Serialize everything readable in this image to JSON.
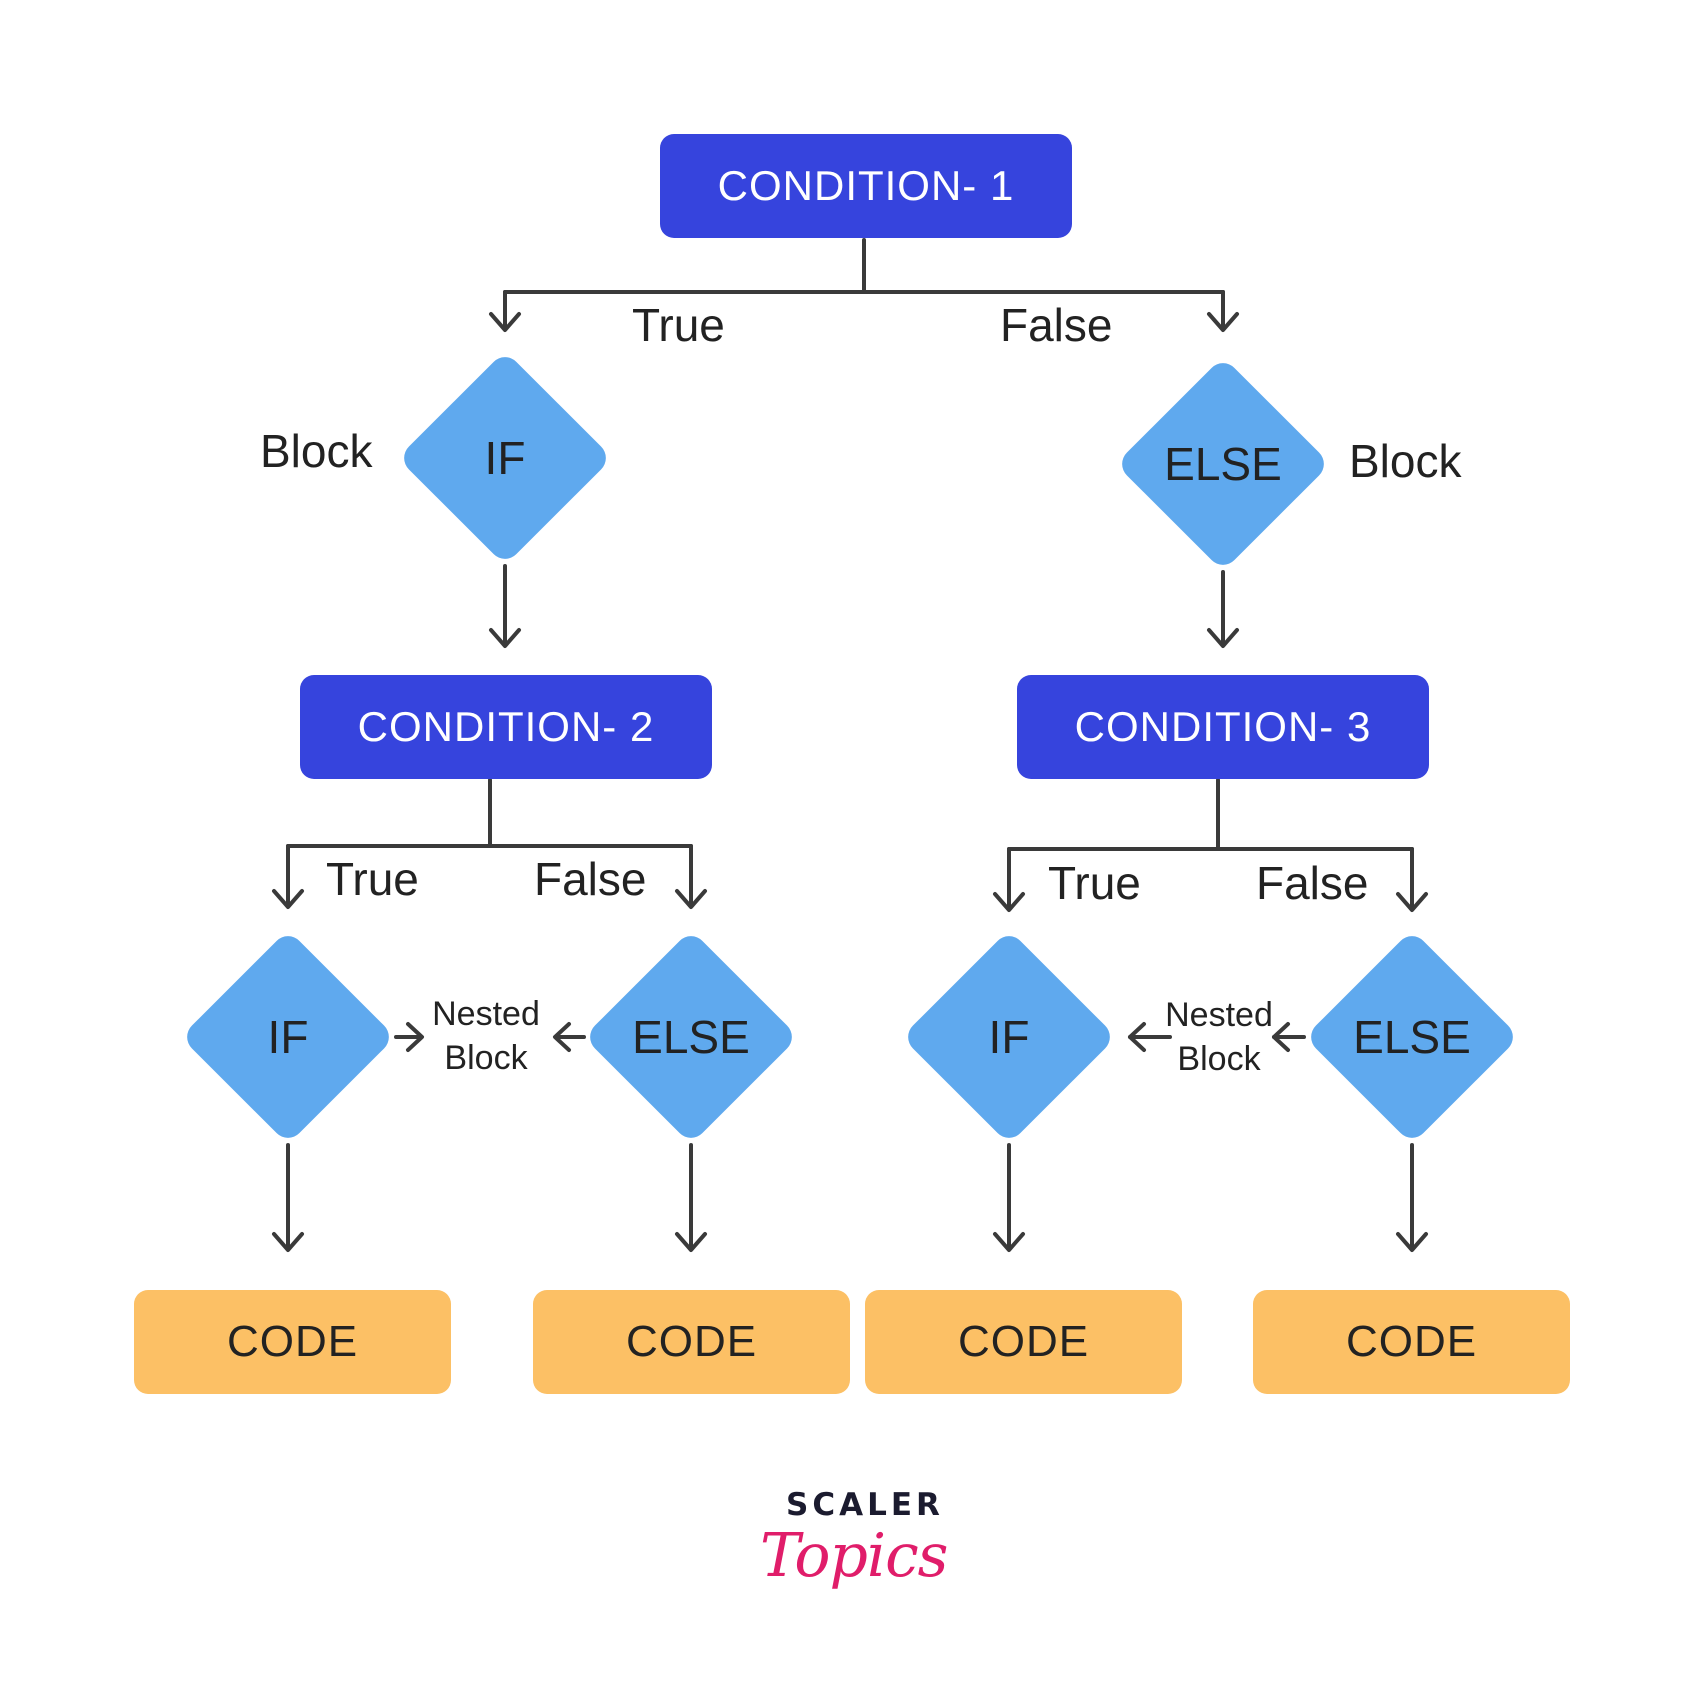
{
  "colors": {
    "condition_box": "#3644dd",
    "decision_diamond": "#5fa9ee",
    "code_box": "#fcc065",
    "connector": "#3a3a3a",
    "logo_accent": "#e01d6a"
  },
  "conditions": {
    "c1": "CONDITION- 1",
    "c2": "CONDITION- 2",
    "c3": "CONDITION- 3"
  },
  "decisions": {
    "top_if": "IF",
    "top_else": "ELSE",
    "left_if": "IF",
    "left_else": "ELSE",
    "right_if": "IF",
    "right_else": "ELSE"
  },
  "edge_labels": {
    "top_true": "True",
    "top_false": "False",
    "left_true": "True",
    "left_false": "False",
    "right_true": "True",
    "right_false": "False"
  },
  "block_labels": {
    "if_block": "Block",
    "else_block": "Block"
  },
  "nested_labels": {
    "left": {
      "line1": "Nested",
      "line2": "Block"
    },
    "right": {
      "line1": "Nested",
      "line2": "Block"
    }
  },
  "code_boxes": [
    "CODE",
    "CODE",
    "CODE",
    "CODE"
  ],
  "logo": {
    "line1": "SCALER",
    "line2": "Topics"
  }
}
